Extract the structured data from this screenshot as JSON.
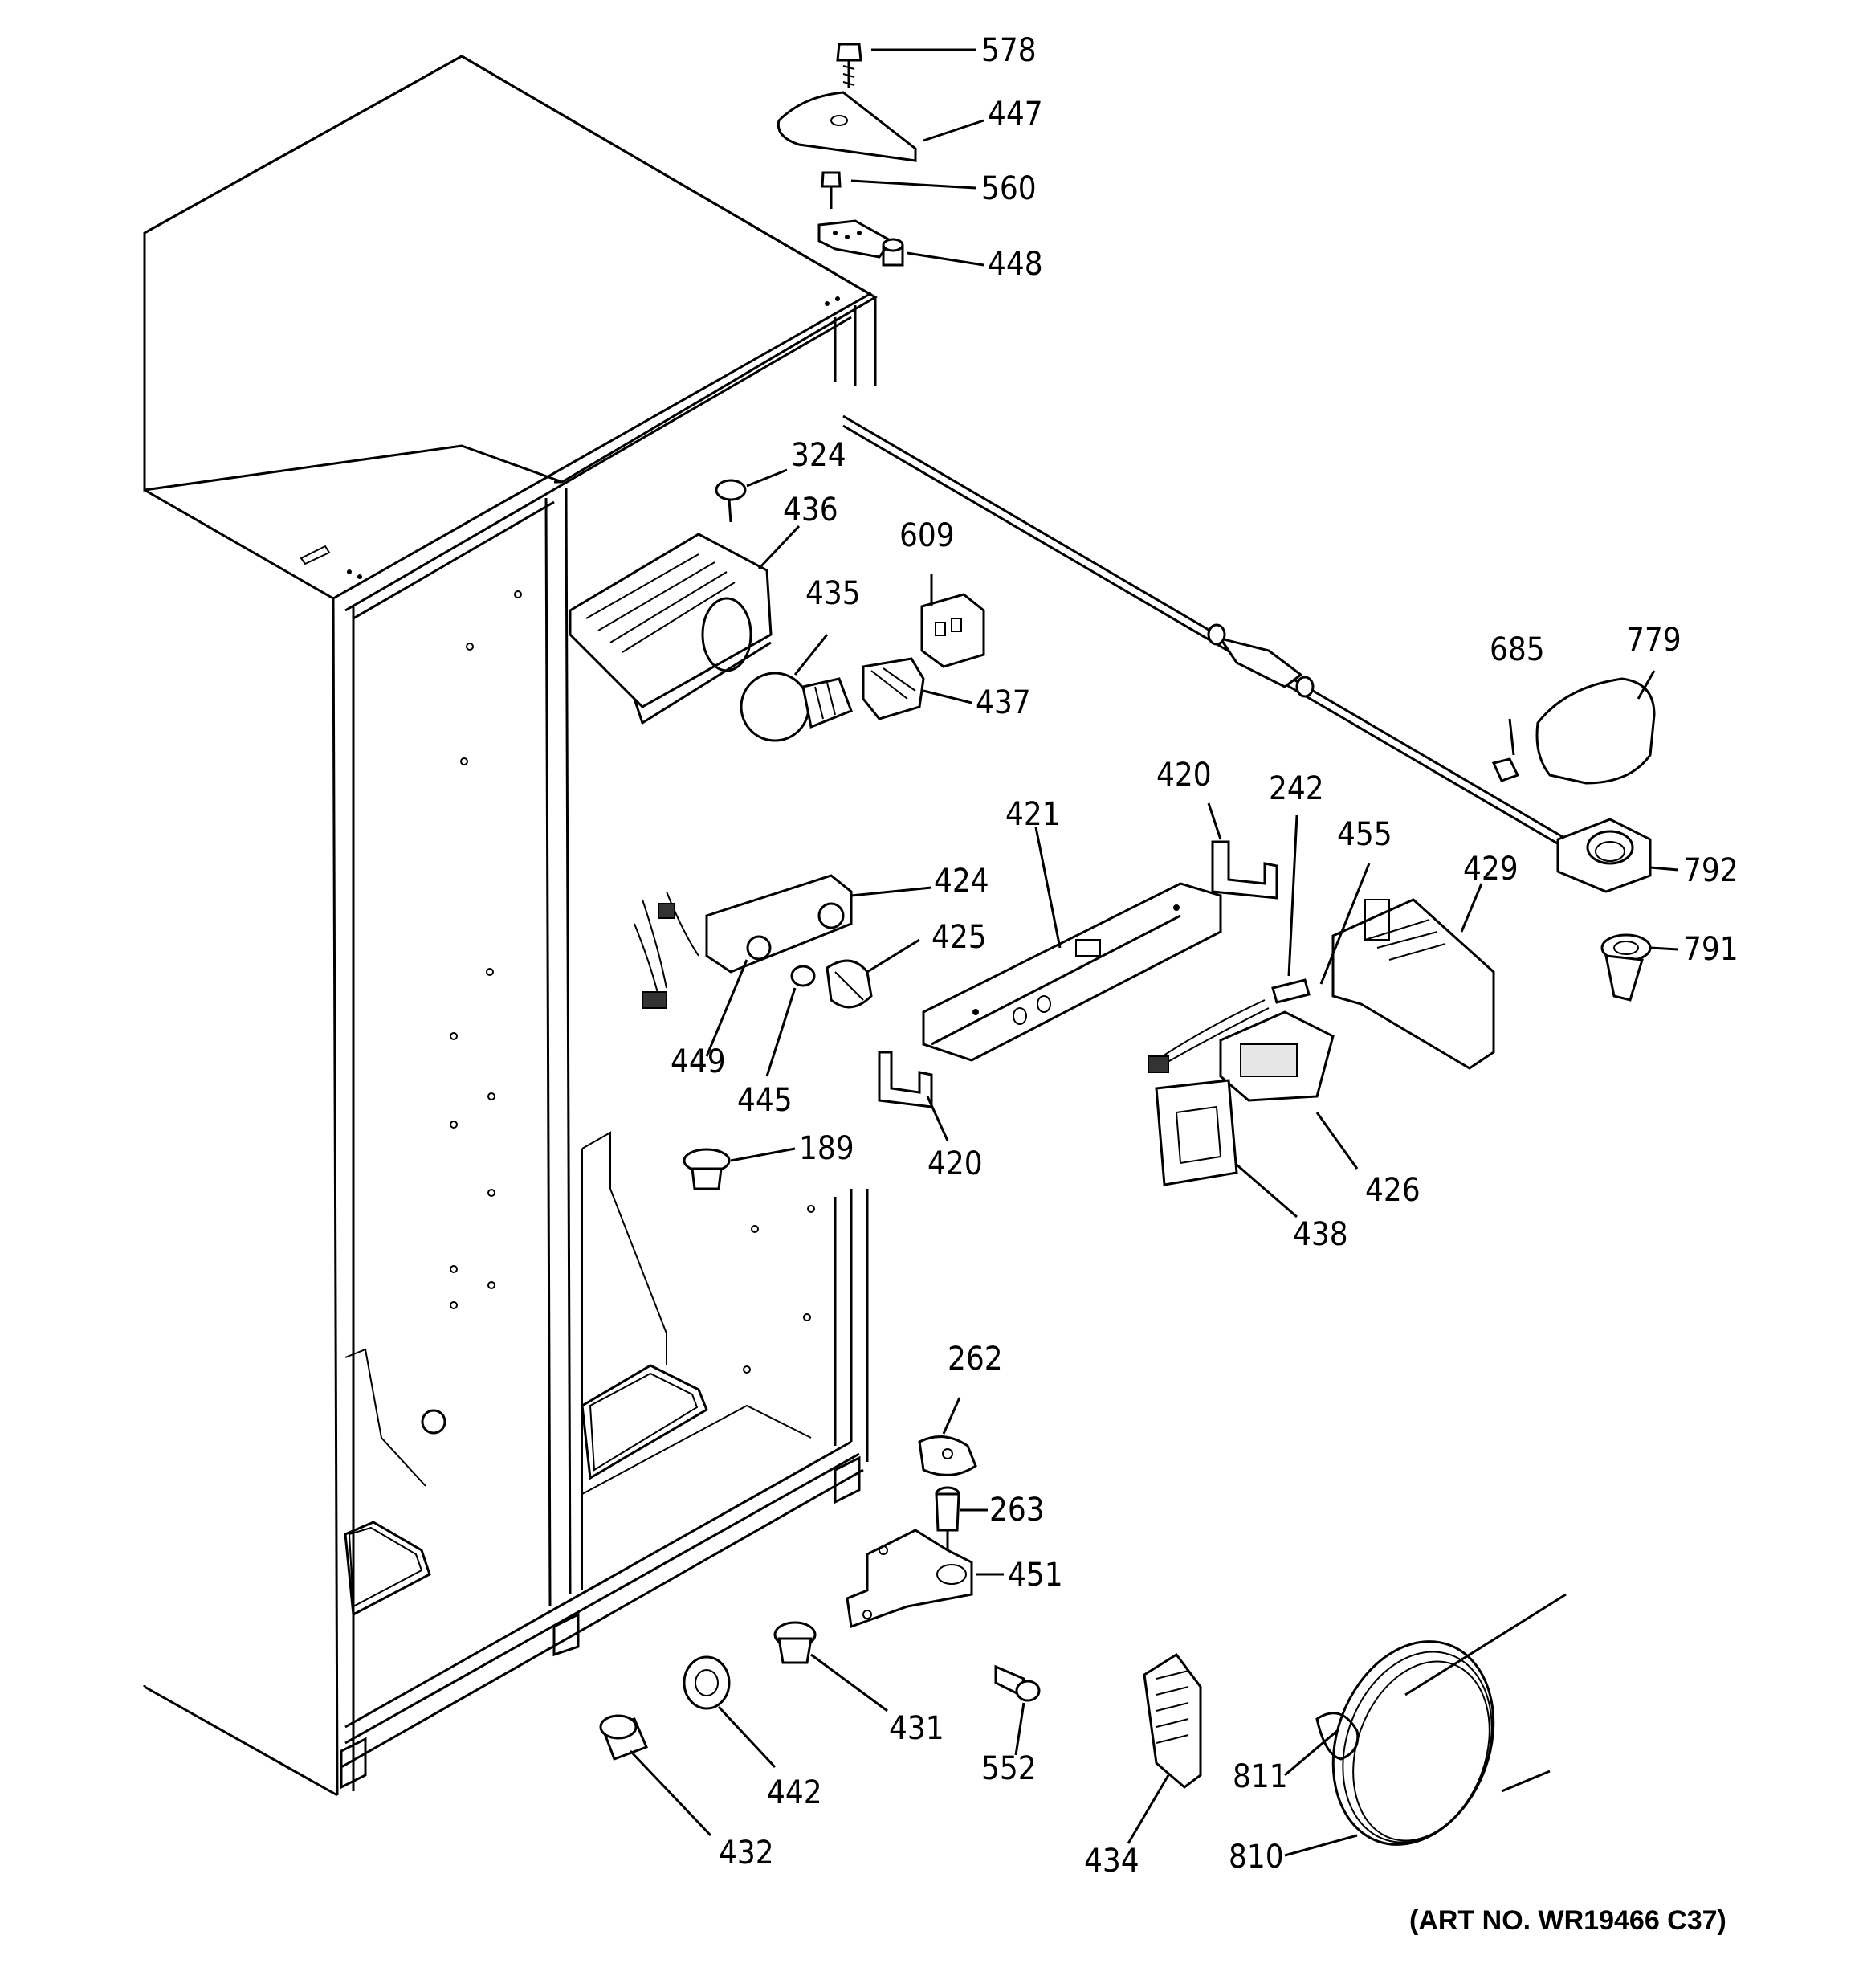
{
  "diagram": {
    "art_number": "(ART NO. WR19466 C37)",
    "parts": [
      {
        "id": "578",
        "label": "578"
      },
      {
        "id": "447",
        "label": "447"
      },
      {
        "id": "560",
        "label": "560"
      },
      {
        "id": "448",
        "label": "448"
      },
      {
        "id": "324",
        "label": "324"
      },
      {
        "id": "436",
        "label": "436"
      },
      {
        "id": "609",
        "label": "609"
      },
      {
        "id": "435",
        "label": "435"
      },
      {
        "id": "437",
        "label": "437"
      },
      {
        "id": "685",
        "label": "685"
      },
      {
        "id": "779",
        "label": "779"
      },
      {
        "id": "420a",
        "label": "420"
      },
      {
        "id": "242",
        "label": "242"
      },
      {
        "id": "455",
        "label": "455"
      },
      {
        "id": "421",
        "label": "421"
      },
      {
        "id": "429",
        "label": "429"
      },
      {
        "id": "792",
        "label": "792"
      },
      {
        "id": "424",
        "label": "424"
      },
      {
        "id": "425",
        "label": "425"
      },
      {
        "id": "791",
        "label": "791"
      },
      {
        "id": "449",
        "label": "449"
      },
      {
        "id": "445",
        "label": "445"
      },
      {
        "id": "420b",
        "label": "420"
      },
      {
        "id": "426",
        "label": "426"
      },
      {
        "id": "438",
        "label": "438"
      },
      {
        "id": "189",
        "label": "189"
      },
      {
        "id": "262",
        "label": "262"
      },
      {
        "id": "263",
        "label": "263"
      },
      {
        "id": "451",
        "label": "451"
      },
      {
        "id": "431",
        "label": "431"
      },
      {
        "id": "552",
        "label": "552"
      },
      {
        "id": "442",
        "label": "442"
      },
      {
        "id": "811",
        "label": "811"
      },
      {
        "id": "434",
        "label": "434"
      },
      {
        "id": "810",
        "label": "810"
      },
      {
        "id": "432",
        "label": "432"
      }
    ]
  }
}
